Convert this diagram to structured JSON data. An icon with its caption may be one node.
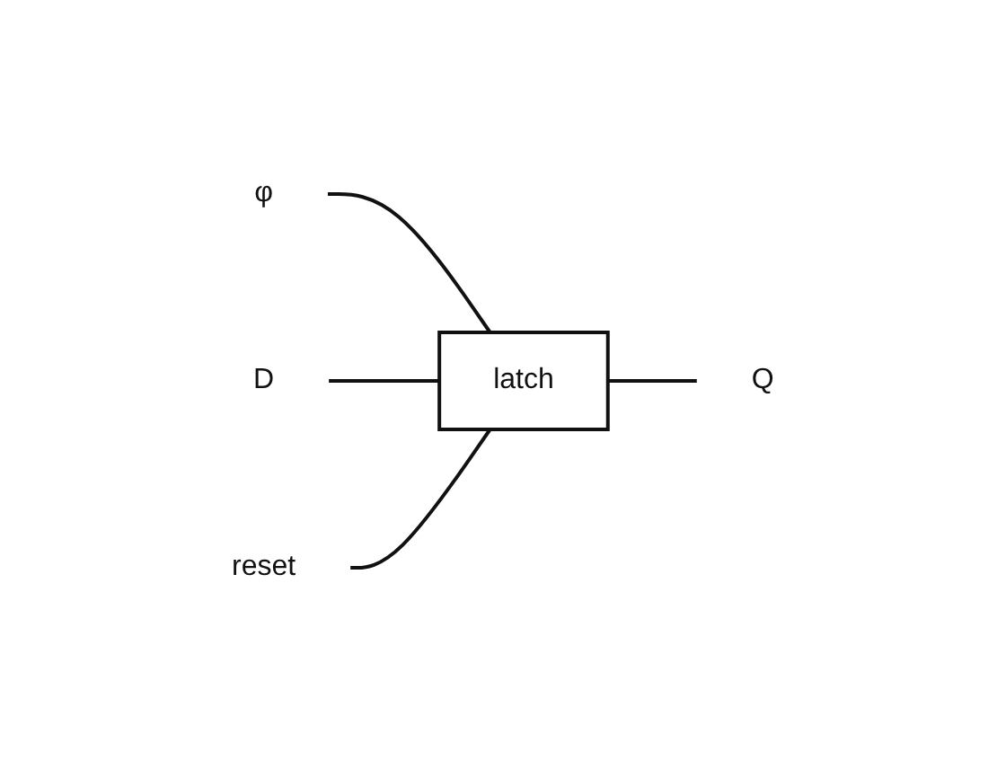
{
  "diagram": {
    "nodes": [
      {
        "text": [
          "φ"
        ]
      },
      {
        "text": [
          "latch"
        ]
      },
      {
        "text": [
          "D"
        ]
      },
      {
        "text": [
          "Q"
        ]
      },
      {
        "text": [
          "reset"
        ]
      }
    ],
    "edges": [
      {
        "from": 0,
        "to": 1,
        "arrow": "none"
      },
      {
        "from": 2,
        "to": 1,
        "arrow": "none"
      },
      {
        "from": 1,
        "to": 3,
        "arrow": "none"
      },
      {
        "from": 4,
        "to": 1,
        "arrow": "none"
      }
    ]
  }
}
